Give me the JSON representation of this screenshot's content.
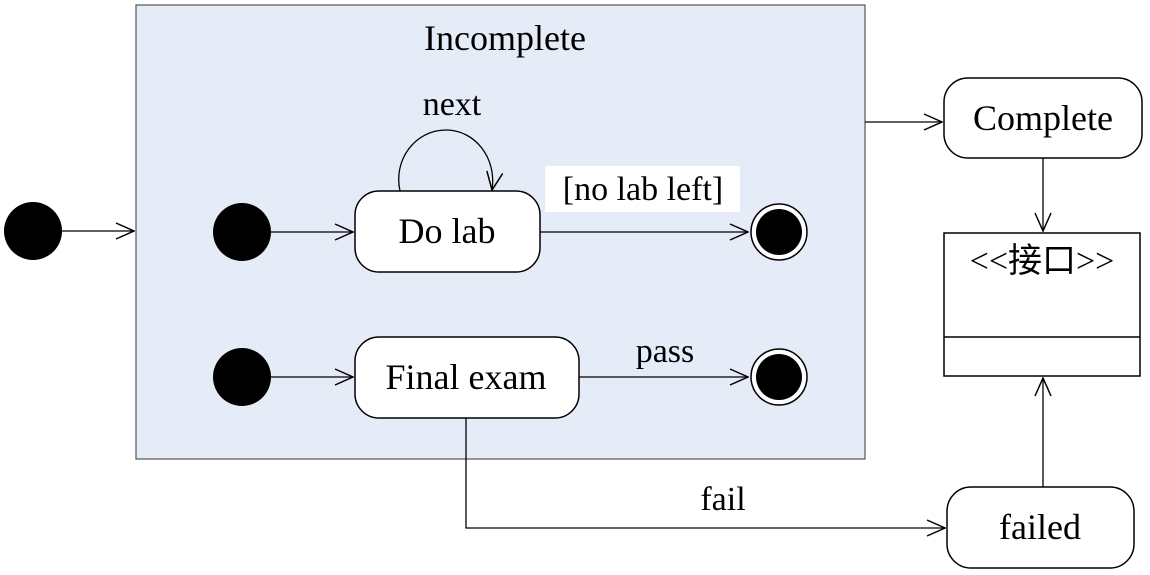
{
  "composite_state": {
    "title": "Incomplete",
    "fill_color": "#e6ecf7"
  },
  "states": {
    "do_lab": "Do lab",
    "final_exam": "Final exam",
    "complete": "Complete",
    "failed": "failed"
  },
  "interface_box": {
    "stereotype": "<<接口>>"
  },
  "transitions": {
    "self_loop": "next",
    "no_lab_left": "[no lab left]",
    "pass": "pass",
    "fail": "fail"
  }
}
